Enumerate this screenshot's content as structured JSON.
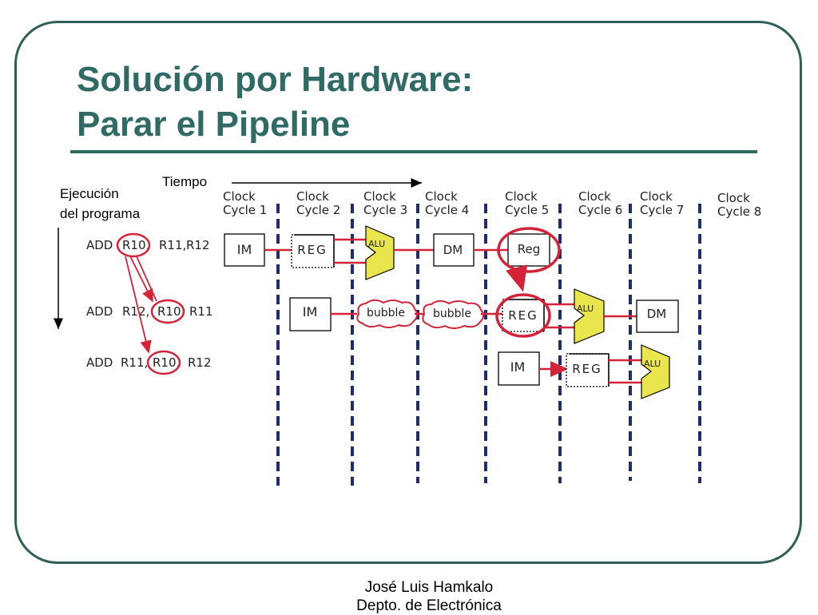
{
  "title": {
    "line1": "Solución por Hardware:",
    "line2": "Parar el Pipeline"
  },
  "diagram": {
    "time_label": "Tiempo",
    "execution_label_1": "Ejecución",
    "execution_label_2": "del programa",
    "clock_word": "Clock",
    "cycles": [
      "Cycle 1",
      "Cycle 2",
      "Cycle 3",
      "Cycle 4",
      "Cycle 5",
      "Cycle 6",
      "Cycle 7",
      "Cycle 8"
    ],
    "instructions": [
      {
        "op": "ADD",
        "args": [
          "R10,",
          "R11,",
          "R12"
        ],
        "circled": "R10,"
      },
      {
        "op": "ADD",
        "args": [
          "R12,",
          "R10",
          "R11"
        ],
        "circled": "R10"
      },
      {
        "op": "ADD",
        "args": [
          "R11,",
          "R10,",
          "R12"
        ],
        "circled": "R10,"
      }
    ],
    "stage_labels": {
      "im": "IM",
      "reg_upper": "REG",
      "reg_mixed": "Reg",
      "alu": "ALU",
      "dm": "DM",
      "bubble": "bubble"
    },
    "colors": {
      "highlight": "#d42338",
      "alu_fill": "#e8e64c",
      "cycle_line": "#1f2c6e",
      "title": "#2f6b64"
    }
  },
  "footer": {
    "author": "José Luis Hamkalo",
    "dept": "Depto. de Electrónica"
  }
}
